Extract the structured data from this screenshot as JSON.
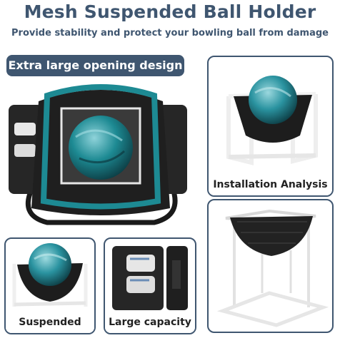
{
  "header": {
    "title": "Mesh Suspended Ball Holder",
    "subtitle": "Provide stability and protect your bowling ball from damage"
  },
  "badges": {
    "opening": "Extra large opening design"
  },
  "panels": {
    "installation": "Installation Analysis",
    "suspended": "Suspended",
    "capacity": "Large capacity"
  },
  "colors": {
    "accent": "#3f5670",
    "teal": "#1d8a93"
  }
}
